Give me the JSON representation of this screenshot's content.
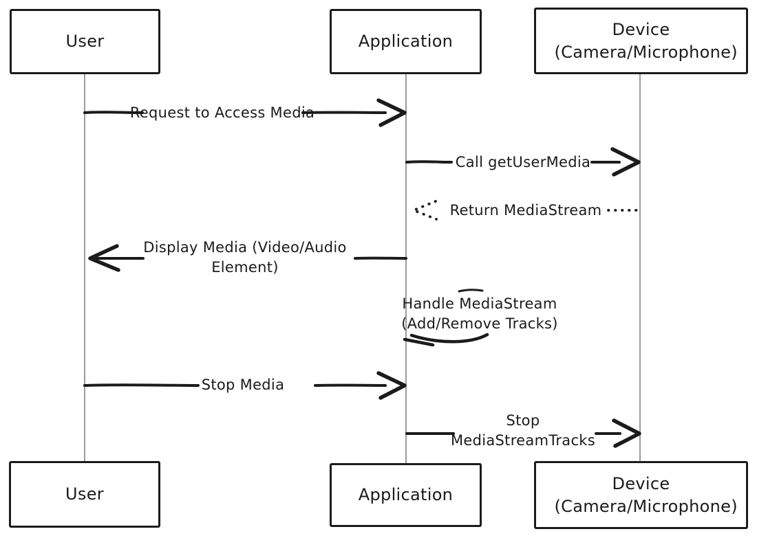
{
  "diagram": {
    "kind": "sequence-diagram",
    "colors": {
      "background": "#ffffff",
      "ink": "#1b1b1b",
      "lifeline": "#9b9b9b"
    },
    "actors": [
      {
        "id": "user",
        "label": "User"
      },
      {
        "id": "application",
        "label": "Application"
      },
      {
        "id": "device",
        "label": "Device (Camera/Microphone)"
      }
    ],
    "messages": [
      {
        "id": "request-access-media",
        "from": "user",
        "to": "application",
        "style": "solid",
        "label": "Request to Access Media"
      },
      {
        "id": "call-getusermedia",
        "from": "application",
        "to": "device",
        "style": "solid",
        "label": "Call getUserMedia"
      },
      {
        "id": "return-mediastream",
        "from": "device",
        "to": "application",
        "style": "dotted",
        "label": "Return MediaStream"
      },
      {
        "id": "display-media",
        "from": "application",
        "to": "user",
        "style": "solid",
        "label": "Display Media (Video/Audio Element)"
      },
      {
        "id": "handle-mediastream",
        "from": "application",
        "to": "application",
        "style": "self",
        "label": "Handle MediaStream (Add/Remove Tracks)"
      },
      {
        "id": "stop-media",
        "from": "user",
        "to": "application",
        "style": "solid",
        "label": "Stop Media"
      },
      {
        "id": "stop-mediastreamtracks",
        "from": "application",
        "to": "device",
        "style": "solid",
        "label": "Stop MediaStreamTracks"
      }
    ]
  }
}
